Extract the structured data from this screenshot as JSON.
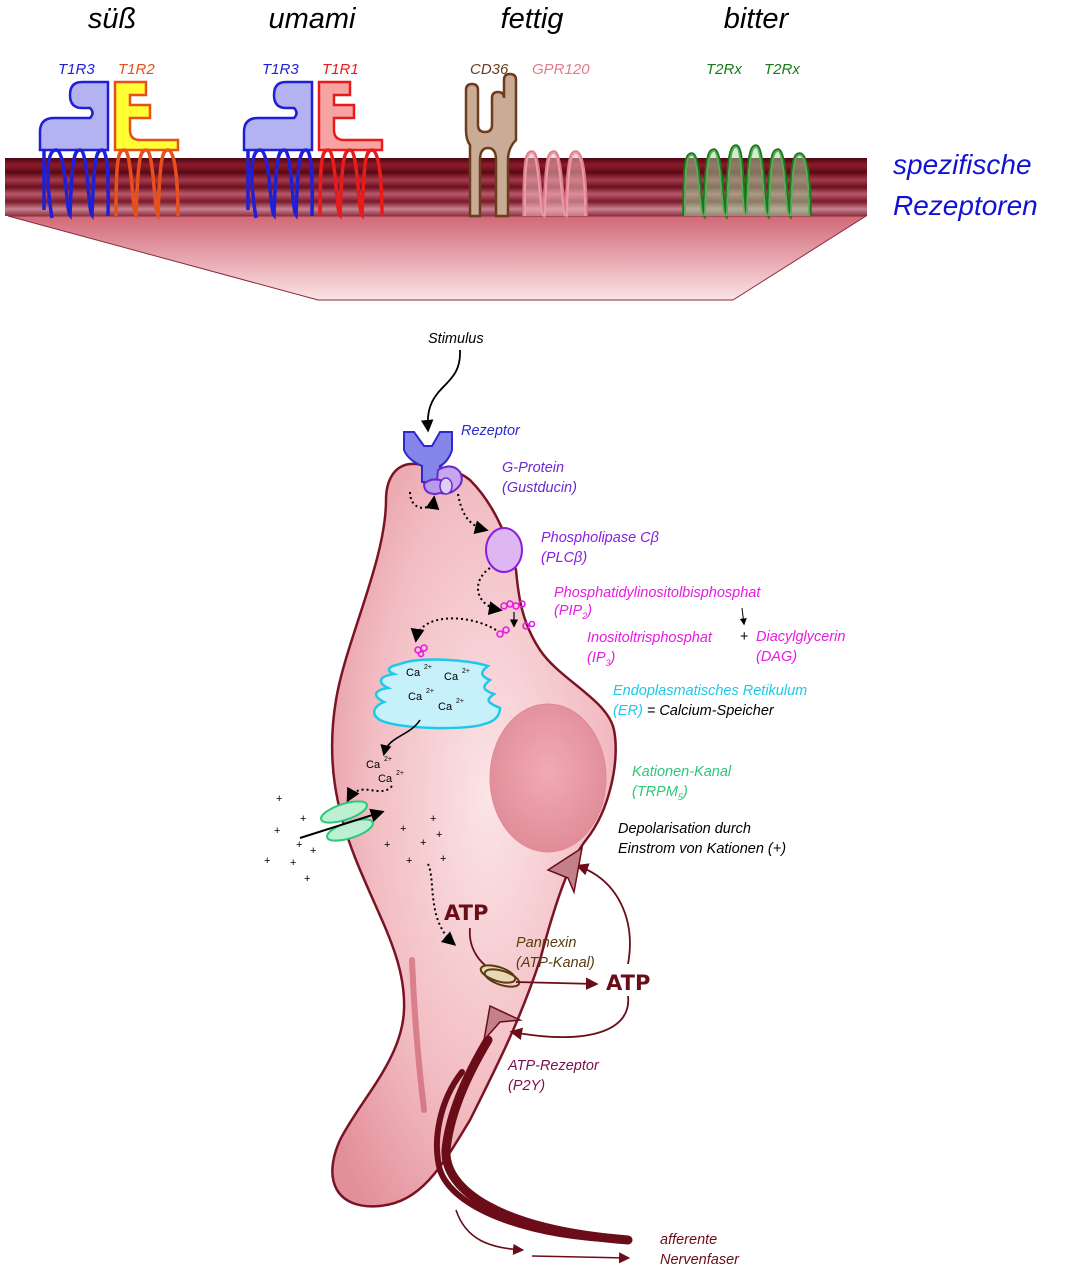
{
  "headers": {
    "suess": "süß",
    "umami": "umami",
    "fettig": "fettig",
    "bitter": "bitter"
  },
  "receptors": {
    "suess_a": "T1R3",
    "suess_b": "T1R2",
    "umami_a": "T1R3",
    "umami_b": "T1R1",
    "fettig_a": "CD36",
    "fettig_b": "GPR120",
    "bitter_a": "T2Rx",
    "bitter_b": "T2Rx"
  },
  "membrane_label": {
    "line1": "spezifische",
    "line2": "Rezeptoren"
  },
  "labels": {
    "stimulus": "Stimulus",
    "rezeptor": "Rezeptor",
    "gprotein_1": "G-Protein",
    "gprotein_2": "(Gustducin)",
    "plc_1": "Phospholipase Cβ",
    "plc_2": "(PLCβ)",
    "pip2_1": "Phosphatidylinositolbisphosphat",
    "pip2_2": "(PIP",
    "pip2_sub": "2",
    "pip2_3": ")",
    "ip3_1": "Inositoltrisphosphat",
    "ip3_2": "(IP",
    "ip3_sub": "3",
    "ip3_3": ")",
    "plus_sign": "+",
    "dag_1": "Diacylglycerin",
    "dag_2": "(DAG)",
    "er_1": "Endoplasmatisches Retikulum",
    "er_2": "(ER)",
    "er_3": " = Calcium-Speicher",
    "trpm_1": "Kationen-Kanal",
    "trpm_2": "(TRPM",
    "trpm_sub": "5",
    "trpm_3": ")",
    "depol_1": "Depolarisation durch",
    "depol_2": "Einstrom von Kationen (+)",
    "pannexin_1": "Pannexin",
    "pannexin_2": "(ATP-Kanal)",
    "atp_inner": "ATP",
    "atp_outer": "ATP",
    "p2y_1": "ATP-Rezeptor",
    "p2y_2": "(P2Y)",
    "nerve_1": "afferente",
    "nerve_2": "Nervenfaser",
    "ca": "Ca",
    "ca_charge": "2+",
    "cation": "+"
  },
  "colors": {
    "t1r3": "#1f1fd6",
    "t1r2": "#e8501b",
    "t1r1": "#e81b1b",
    "cd36": "#6b3d1e",
    "gpr120": "#e07c8c",
    "t2rx": "#1a7a1a",
    "spezifisch": "#1212d4",
    "rezeptor": "#2a2ad0",
    "gprotein": "#6a2ad0",
    "plc": "#8a1ee0",
    "pip": "#e81be0",
    "er": "#1ec8e8",
    "trpm": "#2ac878",
    "pannexin": "#5a3a10",
    "p2y": "#7a1050",
    "atp": "#6b0d18",
    "nerve": "#6b0d18"
  }
}
